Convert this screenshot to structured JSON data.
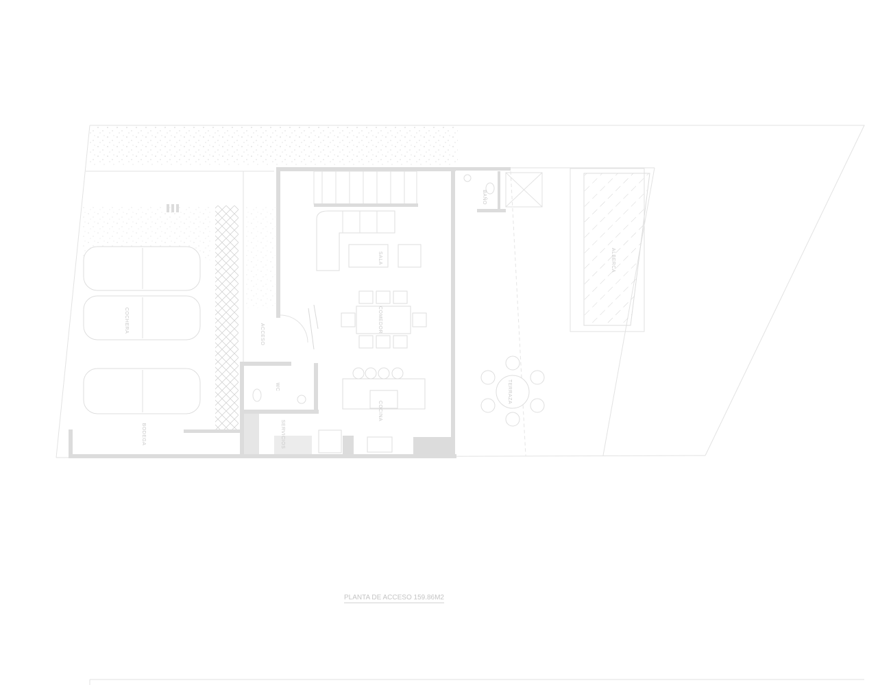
{
  "plan": {
    "title": "PLANTA DE ACCESO 159.86M2",
    "rooms": {
      "cochera": "COCHERA",
      "bodega": "BODEGA",
      "acceso": "ACCESO",
      "wc": "WC",
      "servicios": "SERVICIOS",
      "sala": "SALA",
      "comedor": "COMEDOR",
      "cocina": "COCINA",
      "bano": "BAÑO",
      "terraza": "TERRAZA",
      "alberca": "ALBERCA"
    }
  },
  "colors": {
    "wall": "#dcdcdc",
    "line": "#e2e2e2",
    "text": "#c8c8c8"
  }
}
